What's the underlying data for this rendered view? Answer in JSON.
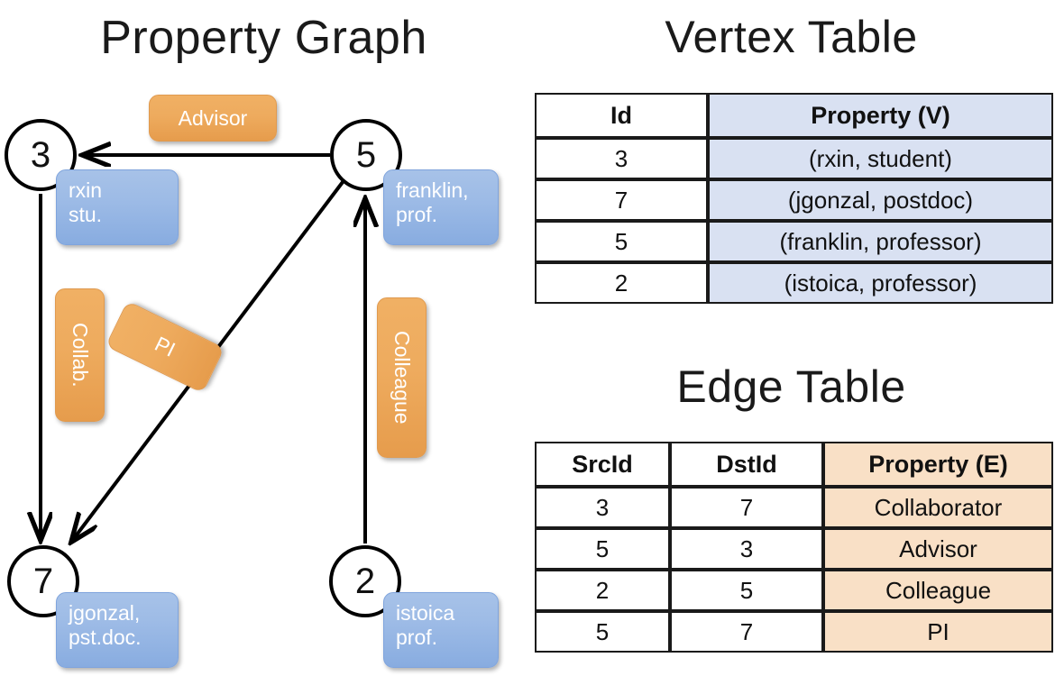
{
  "titles": {
    "property_graph": "Property Graph",
    "vertex_table": "Vertex Table",
    "edge_table": "Edge Table"
  },
  "graph": {
    "nodes": [
      {
        "id": "3",
        "property": "rxin\nstu."
      },
      {
        "id": "5",
        "property": "franklin,\nprof."
      },
      {
        "id": "7",
        "property": "jgonzal,\npst.doc."
      },
      {
        "id": "2",
        "property": "istoica\nprof."
      }
    ],
    "node_labels": {
      "n3": "3",
      "n5": "5",
      "n7": "7",
      "n2": "2"
    },
    "property_boxes": {
      "rxin_line1": "rxin",
      "rxin_line2": "stu.",
      "franklin_line1": "franklin,",
      "franklin_line2": "prof.",
      "jgonzal_line1": "jgonzal,",
      "jgonzal_line2": "pst.doc.",
      "istoica_line1": "istoica",
      "istoica_line2": "prof."
    },
    "edge_labels": {
      "advisor": "Advisor",
      "collab": "Collab.",
      "pi": "PI",
      "colleague": "Colleague"
    },
    "edges": [
      {
        "from": "5",
        "to": "3",
        "label": "Advisor"
      },
      {
        "from": "3",
        "to": "7",
        "label": "Collab."
      },
      {
        "from": "5",
        "to": "7",
        "label": "PI"
      },
      {
        "from": "2",
        "to": "5",
        "label": "Colleague"
      }
    ]
  },
  "vertex_table": {
    "columns": [
      "Id",
      "Property (V)"
    ],
    "rows": [
      {
        "id": "3",
        "property": "(rxin, student)"
      },
      {
        "id": "7",
        "property": "(jgonzal, postdoc)"
      },
      {
        "id": "5",
        "property": "(franklin, professor)"
      },
      {
        "id": "2",
        "property": "(istoica, professor)"
      }
    ]
  },
  "edge_table": {
    "columns": [
      "SrcId",
      "DstId",
      "Property (E)"
    ],
    "rows": [
      {
        "src": "3",
        "dst": "7",
        "property": "Collaborator"
      },
      {
        "src": "5",
        "dst": "3",
        "property": "Advisor"
      },
      {
        "src": "2",
        "dst": "5",
        "property": "Colleague"
      },
      {
        "src": "5",
        "dst": "7",
        "property": "PI"
      }
    ]
  },
  "colors": {
    "vertex_cell": "#d9e1f2",
    "edge_cell": "#f9e0c6",
    "property_box": "#9dbbe6",
    "edge_label_box": "#eeab5e",
    "stroke": "#000000"
  }
}
